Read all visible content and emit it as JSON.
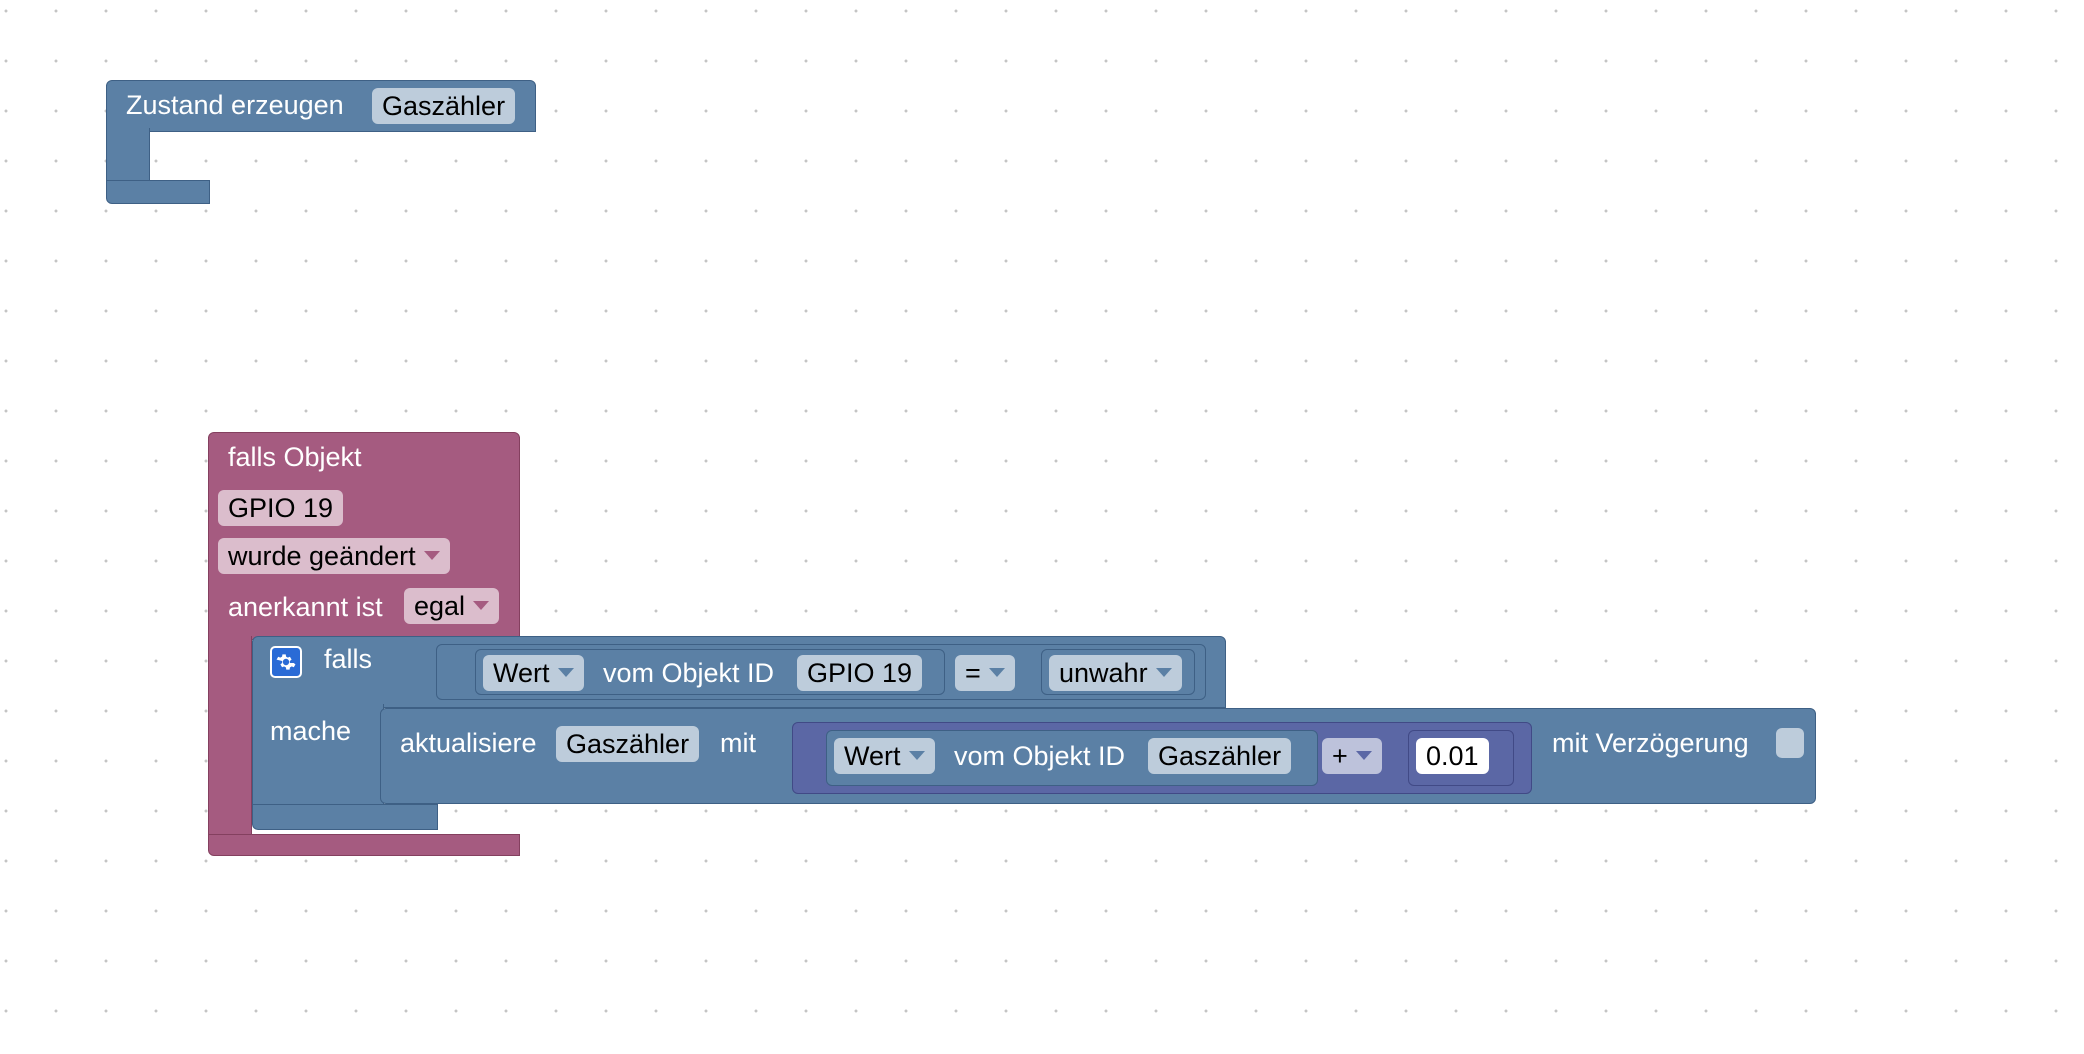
{
  "block_create_state": {
    "label": "Zustand erzeugen",
    "name_field": "Gaszähler"
  },
  "block_trigger": {
    "label": "falls Objekt",
    "object_field": "GPIO 19",
    "event_dropdown": "wurde geändert",
    "ack_label": "anerkannt ist",
    "ack_dropdown": "egal"
  },
  "block_if": {
    "if_label": "falls",
    "do_label": "mache",
    "condition": {
      "left_dropdown": "Wert",
      "left_label": "vom Objekt ID",
      "left_object": "GPIO 19",
      "operator": "=",
      "right_dropdown": "unwahr"
    }
  },
  "block_update": {
    "label": "aktualisiere",
    "target_field": "Gaszähler",
    "with_label": "mit",
    "math": {
      "left_dropdown": "Wert",
      "left_label": "vom Objekt ID",
      "left_object": "Gaszähler",
      "operator": "+",
      "number": "0.01"
    },
    "delay_label": "mit Verzögerung"
  },
  "colors": {
    "state_block": "#5b80a5",
    "trigger_block": "#a55b80",
    "math_block": "#5b67a5",
    "mutator_icon": "#2a6bd6"
  },
  "icons": {
    "mutator": "gear-icon",
    "dropdown": "triangle-down-icon"
  }
}
